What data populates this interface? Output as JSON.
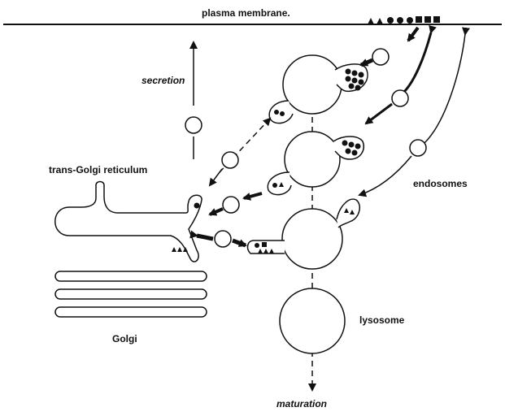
{
  "labels": {
    "plasma_membrane": "plasma membrane.",
    "secretion": "secretion",
    "trans_golgi": "trans-Golgi reticulum",
    "endosomes": "endosomes",
    "golgi": "Golgi",
    "lysosome": "lysosome",
    "maturation": "maturation"
  }
}
